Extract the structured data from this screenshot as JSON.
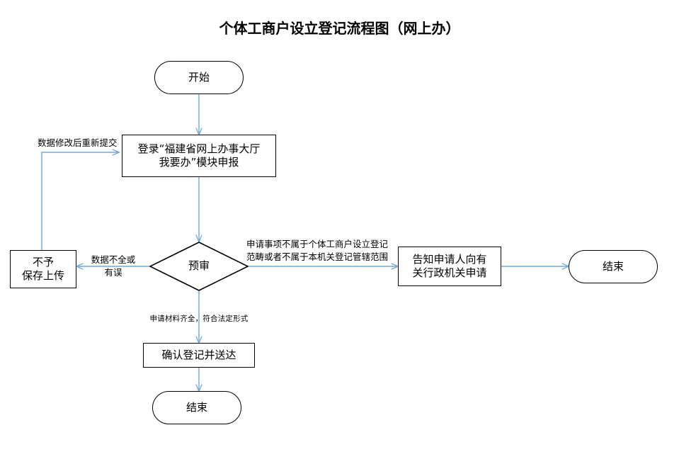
{
  "title": "个体工商户设立登记流程图（网上办）",
  "colors": {
    "node_border": "#000000",
    "edge": "#6FA8DC",
    "background": "#FFFFFF",
    "text": "#000000"
  },
  "nodes": {
    "start": {
      "label": "开始",
      "shape": "terminator"
    },
    "login": {
      "label": "登录“福建省网上办事大厅\n我要办”模块申报",
      "shape": "process"
    },
    "review": {
      "label": "预审",
      "shape": "decision"
    },
    "reject": {
      "label": "不予\n保存上传",
      "shape": "process"
    },
    "notify": {
      "label": "告知申请人向有\n关行政机关申请",
      "shape": "process"
    },
    "end_right": {
      "label": "结束",
      "shape": "terminator"
    },
    "confirm": {
      "label": "确认登记并送达",
      "shape": "process"
    },
    "end_bottom": {
      "label": "结束",
      "shape": "terminator"
    }
  },
  "edge_labels": {
    "resubmit": "数据修改后重新提交",
    "data_error": "数据不全或\n有误",
    "out_of_scope": "申请事项不属于个体工商户设立登记\n范畴或者不属于本机关登记管辖范围",
    "materials_ok": "申请材料齐全，符合法定形式"
  },
  "edges": [
    {
      "from": "start",
      "to": "login",
      "label": ""
    },
    {
      "from": "login",
      "to": "review",
      "label": ""
    },
    {
      "from": "review",
      "to": "reject",
      "label": "数据不全或\n有误"
    },
    {
      "from": "reject",
      "to": "login",
      "label": "数据修改后重新提交"
    },
    {
      "from": "review",
      "to": "notify",
      "label": "申请事项不属于个体工商户设立登记\n范畴或者不属于本机关登记管辖范围"
    },
    {
      "from": "notify",
      "to": "end_right",
      "label": ""
    },
    {
      "from": "review",
      "to": "confirm",
      "label": "申请材料齐全，符合法定形式"
    },
    {
      "from": "confirm",
      "to": "end_bottom",
      "label": ""
    }
  ]
}
